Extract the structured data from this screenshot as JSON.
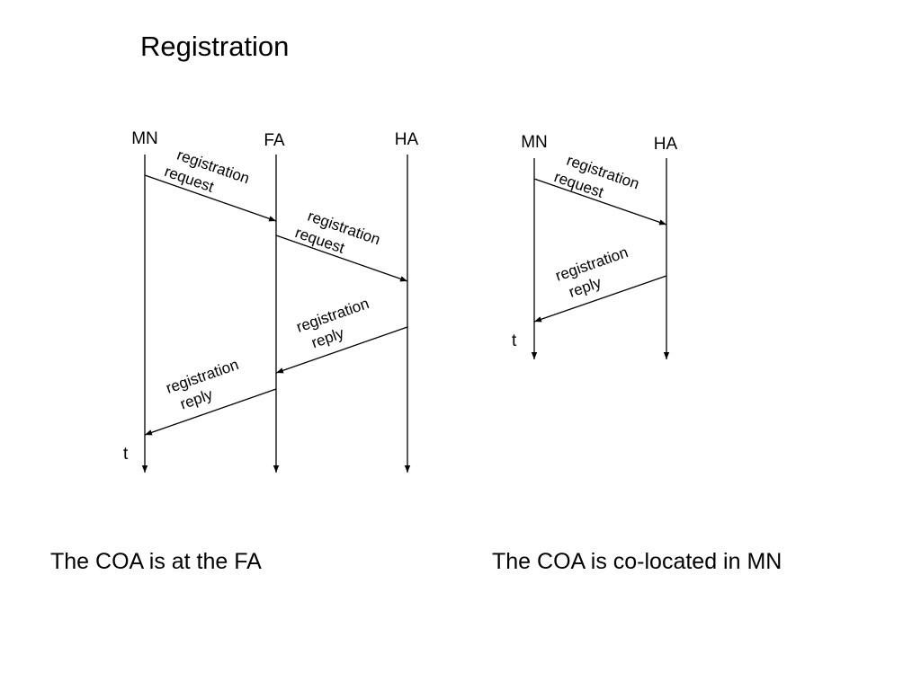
{
  "slide": {
    "title": "Registration"
  },
  "diagram_left": {
    "entities": {
      "mn": "MN",
      "fa": "FA",
      "ha": "HA"
    },
    "time_label": "t",
    "messages": [
      {
        "from": "MN",
        "to": "FA",
        "line1": "registration",
        "line2": "request"
      },
      {
        "from": "FA",
        "to": "HA",
        "line1": "registration",
        "line2": "request"
      },
      {
        "from": "HA",
        "to": "FA",
        "line1": "registration",
        "line2": "reply"
      },
      {
        "from": "FA",
        "to": "MN",
        "line1": "registration",
        "line2": "reply"
      }
    ],
    "caption": "The COA is at the FA"
  },
  "diagram_right": {
    "entities": {
      "mn": "MN",
      "ha": "HA"
    },
    "time_label": "t",
    "messages": [
      {
        "from": "MN",
        "to": "HA",
        "line1": "registration",
        "line2": "request"
      },
      {
        "from": "HA",
        "to": "MN",
        "line1": "registration",
        "line2": "reply"
      }
    ],
    "caption": "The COA is co-located in MN"
  }
}
